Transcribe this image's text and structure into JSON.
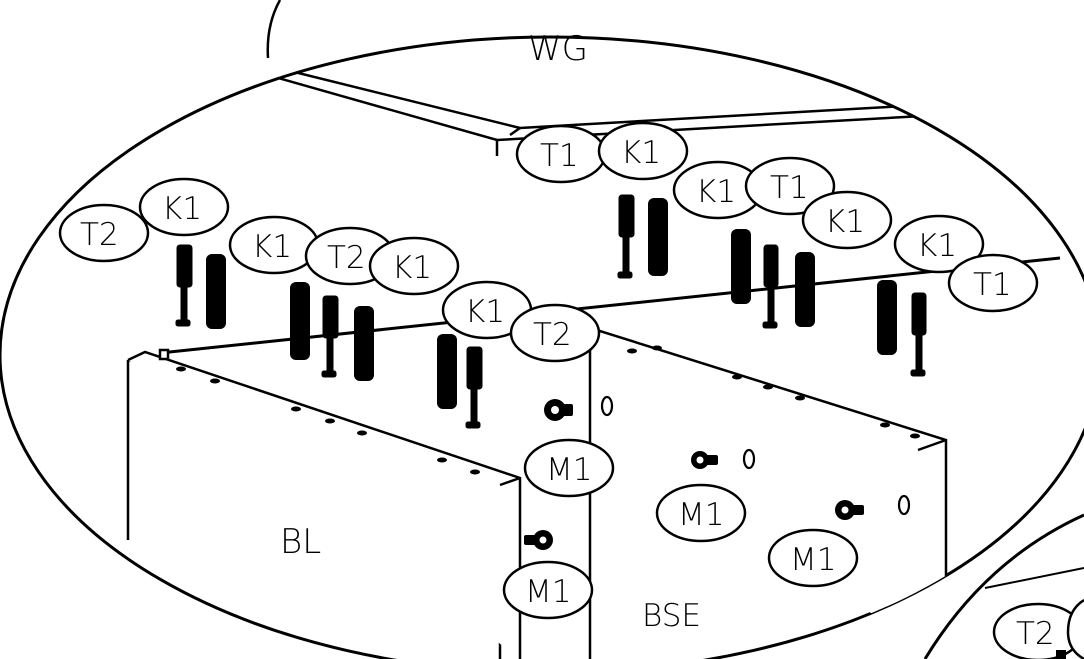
{
  "panels": {
    "top_panel": "WG",
    "left_panel": "BL",
    "right_panel": "BSE"
  },
  "callouts": {
    "t1_top": "T1",
    "k1_top": "K1",
    "k1_mid_left": "K1",
    "t1_mid": "T1",
    "k1_mid_right": "K1",
    "k1_right": "K1",
    "t1_right": "T1",
    "t2_left": "T2",
    "k1_left": "K1",
    "k1_center_a": "K1",
    "t2_center": "T2",
    "k1_center_b": "K1",
    "k1_front": "K1",
    "t2_front": "T2",
    "m1_a": "M1",
    "m1_b": "M1",
    "m1_c": "M1",
    "m1_d": "M1",
    "t2_inset": "T2"
  },
  "colors": {
    "ink": "#000000",
    "paper": "#ffffff"
  }
}
